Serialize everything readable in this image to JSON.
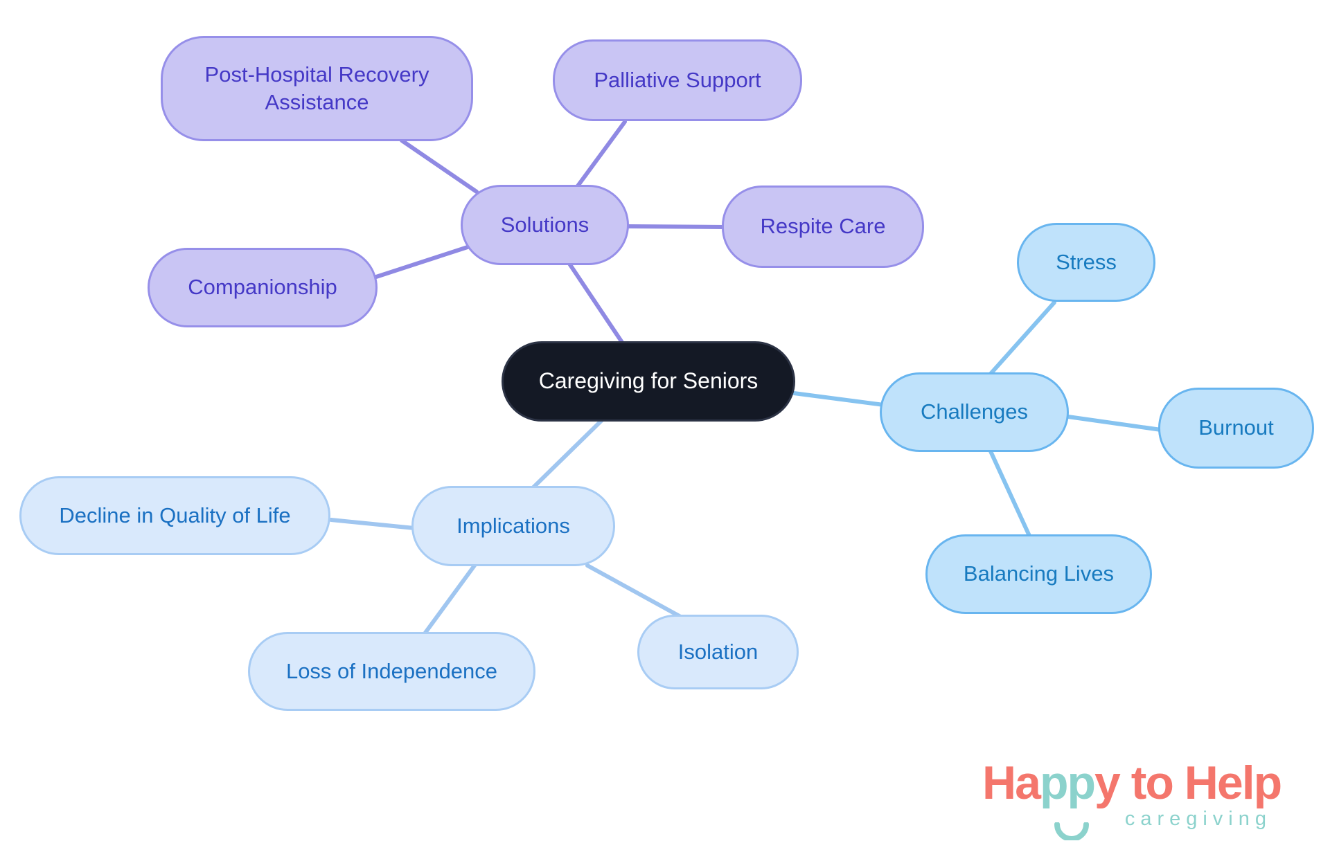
{
  "diagram": {
    "central": {
      "label": "Caregiving for Seniors"
    },
    "branches": {
      "solutions": {
        "label": "Solutions",
        "children": {
          "post_hospital": "Post-Hospital Recovery Assistance",
          "palliative": "Palliative Support",
          "respite": "Respite Care",
          "companionship": "Companionship"
        }
      },
      "challenges": {
        "label": "Challenges",
        "children": {
          "stress": "Stress",
          "burnout": "Burnout",
          "balancing": "Balancing Lives"
        }
      },
      "implications": {
        "label": "Implications",
        "children": {
          "decline": "Decline in Quality of Life",
          "loss": "Loss of Independence",
          "isolation": "Isolation"
        }
      }
    }
  },
  "colors": {
    "background": "#FFFFFF",
    "central_fill": "#141925",
    "central_text": "#FFFFFF",
    "solutions_fill": "#C9C5F4",
    "solutions_border": "#968FE9",
    "solutions_text": "#4438C6",
    "solutions_edge": "#8F89E3",
    "challenges_fill": "#BFE2FB",
    "challenges_border": "#68B5EF",
    "challenges_text": "#177ABF",
    "challenges_edge": "#86C3F0",
    "implications_fill": "#D9E9FC",
    "implications_border": "#A8CCF4",
    "implications_text": "#1A70C2",
    "implications_edge": "#A0C6F0",
    "logo_coral": "#F4766C",
    "logo_teal": "#8BD2CC"
  },
  "logo": {
    "text_part1": "Ha",
    "text_part2": "pp",
    "text_part3": "y to Help",
    "subtitle": "caregiving"
  }
}
